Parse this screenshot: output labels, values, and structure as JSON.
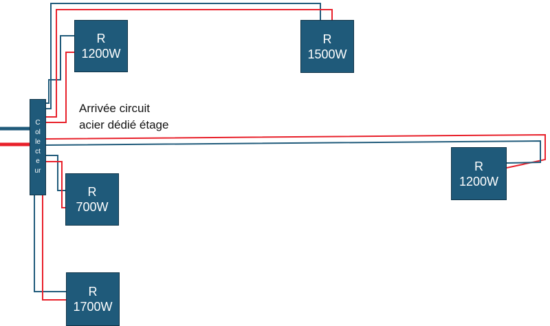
{
  "colors": {
    "supply": "#1f5a7a",
    "return": "#e8202a",
    "box": "#1f5a7a"
  },
  "collector": {
    "lines": [
      "C",
      "ol",
      "le",
      "ct",
      "e",
      "ur"
    ]
  },
  "note": {
    "line1": "Arrivée circuit",
    "line2": "acier dédié étage"
  },
  "radiators": [
    {
      "id": "r1",
      "symbol": "R",
      "power": "1200W"
    },
    {
      "id": "r2",
      "symbol": "R",
      "power": "1500W"
    },
    {
      "id": "r3",
      "symbol": "R",
      "power": "1200W"
    },
    {
      "id": "r4",
      "symbol": "R",
      "power": "700W"
    },
    {
      "id": "r5",
      "symbol": "R",
      "power": "1700W"
    }
  ]
}
